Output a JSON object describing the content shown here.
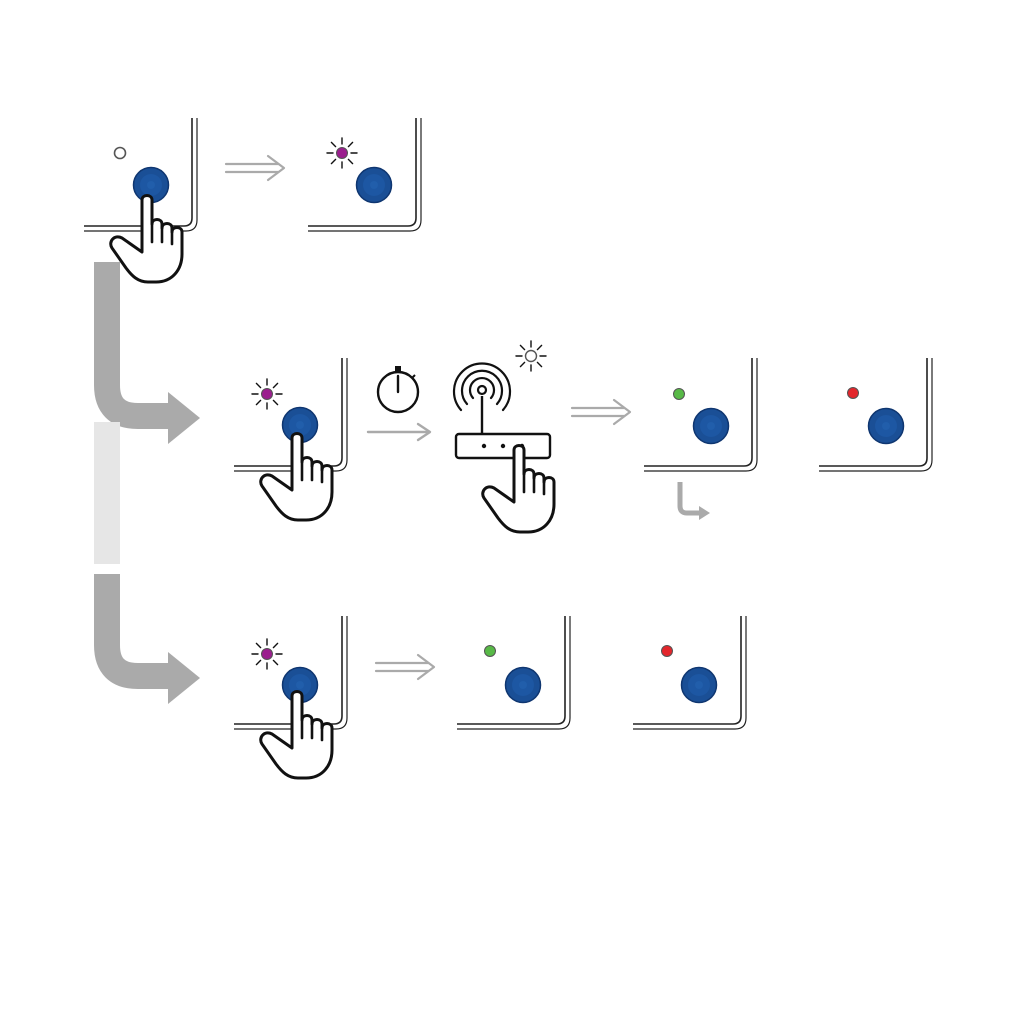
{
  "colors": {
    "background": "#ffffff",
    "button_blue": "#1a4f96",
    "button_blue_dark": "#0f3670",
    "led_off": "#ffffff",
    "led_purple": "#9b1f8e",
    "led_green": "#58b947",
    "led_red": "#e3262c",
    "flow_arrow": "#aaaaaa",
    "flow_arrow_faded": "#e6e6e6",
    "line": "#222222"
  },
  "panels": [
    {
      "id": "r1-press",
      "led": "off",
      "ray_led": false,
      "hand": true
    },
    {
      "id": "r1-blink",
      "led": "purple",
      "ray_led": true,
      "hand": false
    },
    {
      "id": "r2-press",
      "led": "purple",
      "ray_led": true,
      "hand": true
    },
    {
      "id": "r2-success",
      "led": "green",
      "ray_led": false,
      "hand": false
    },
    {
      "id": "r2-fail",
      "led": "red",
      "ray_led": false,
      "hand": false
    },
    {
      "id": "r3-press",
      "led": "purple",
      "ray_led": true,
      "hand": true
    },
    {
      "id": "r3-success",
      "led": "green",
      "ray_led": false,
      "hand": false
    },
    {
      "id": "r3-fail",
      "led": "red",
      "ray_led": false,
      "hand": false
    }
  ],
  "icons": {
    "hand": "pointing-hand-icon",
    "timer": "stopwatch-icon",
    "router": "wifi-router-icon",
    "router_led": "blinking-led-icon"
  }
}
